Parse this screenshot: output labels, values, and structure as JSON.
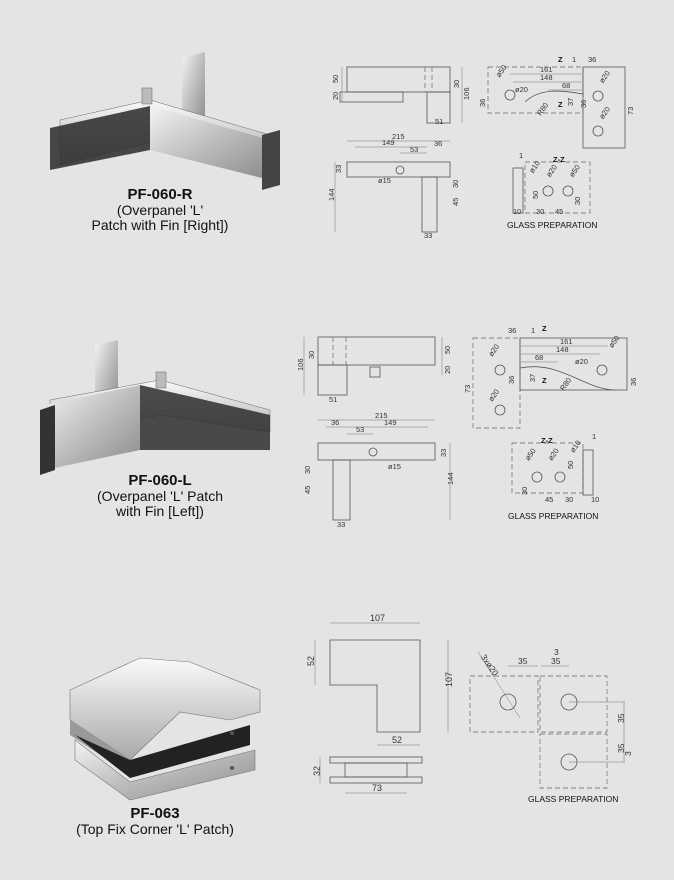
{
  "products": [
    {
      "code": "PF-060-R",
      "description_lines": [
        "(Overpanel 'L'",
        "Patch with Fin [Right])"
      ],
      "elevation_dims": [
        "50",
        "20",
        "30",
        "106",
        "51"
      ],
      "plan_dims": [
        "215",
        "149",
        "53",
        "36",
        "ø15",
        "33",
        "144",
        "30",
        "45",
        "33"
      ],
      "glass_dims": [
        "Z",
        "1",
        "36",
        "161",
        "148",
        "68",
        "ø20",
        "ø50",
        "ø20",
        "R80",
        "37",
        "Z",
        "36",
        "36",
        "ø20",
        "73"
      ],
      "section_dims": [
        "Z-Z",
        "1",
        "ø10",
        "ø20",
        "ø50",
        "50",
        "30",
        "10",
        "30",
        "45"
      ],
      "glass_preparation": "GLASS PREPARATION"
    },
    {
      "code": "PF-060-L",
      "description_lines": [
        "(Overpanel 'L' Patch",
        "with Fin [Left])"
      ],
      "elevation_dims": [
        "106",
        "30",
        "50",
        "20",
        "51"
      ],
      "plan_dims": [
        "215",
        "36",
        "149",
        "53",
        "ø15",
        "33",
        "144",
        "30",
        "45",
        "33"
      ],
      "glass_dims": [
        "36",
        "1",
        "Z",
        "161",
        "148",
        "68",
        "ø20",
        "ø50",
        "ø20",
        "R80",
        "37",
        "Z",
        "36",
        "36",
        "ø20",
        "73"
      ],
      "section_dims": [
        "Z-Z",
        "1",
        "ø50",
        "ø20",
        "ø10",
        "50",
        "30",
        "45",
        "30",
        "10"
      ],
      "glass_preparation": "GLASS PREPARATION"
    },
    {
      "code": "PF-063",
      "description_lines": [
        "(Top Fix Corner 'L' Patch)"
      ],
      "plan_dims": [
        "107",
        "52",
        "107",
        "52"
      ],
      "side_dims": [
        "32",
        "73"
      ],
      "glass_dims": [
        "3xø20",
        "35",
        "3",
        "35",
        "35",
        "35",
        "3"
      ],
      "glass_preparation": "GLASS PREPARATION"
    }
  ]
}
